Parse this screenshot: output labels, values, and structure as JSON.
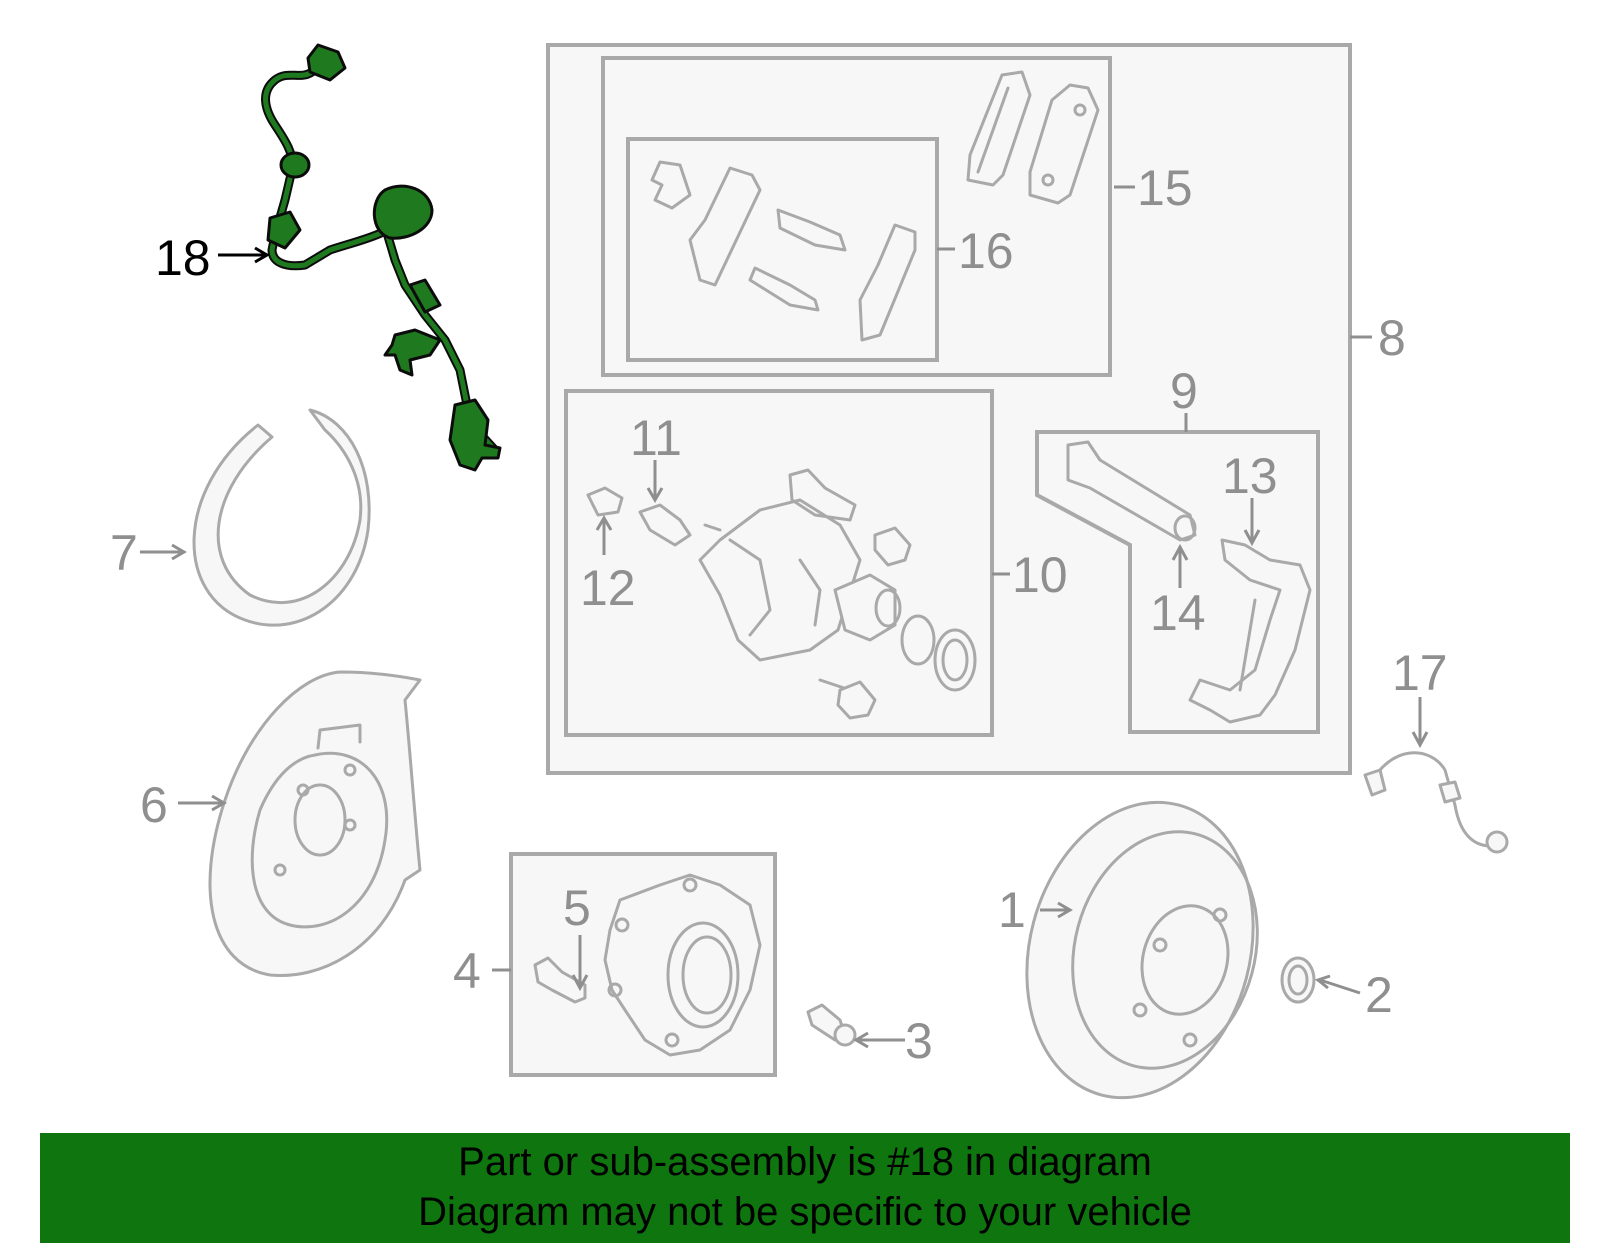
{
  "diagram": {
    "callouts": {
      "c1": "1",
      "c2": "2",
      "c3": "3",
      "c4": "4",
      "c5": "5",
      "c6": "6",
      "c7": "7",
      "c8": "8",
      "c9": "9",
      "c10": "10",
      "c11": "11",
      "c12": "12",
      "c13": "13",
      "c14": "14",
      "c15": "15",
      "c16": "16",
      "c17": "17",
      "c18": "18"
    },
    "highlighted_part": "18",
    "highlight_color": "#1f7a1f"
  },
  "banner": {
    "line1": "Part or sub-assembly is #18 in diagram",
    "line2": "Diagram may not be specific to your vehicle",
    "background": "#0f750f"
  }
}
